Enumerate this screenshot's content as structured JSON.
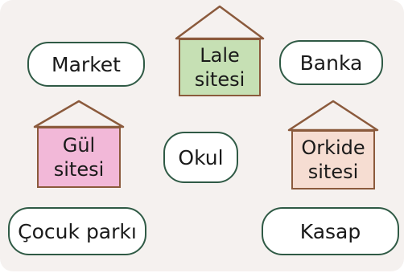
{
  "places": {
    "market": "Market",
    "banka": "Banka",
    "okul": "Okul",
    "cocuk_parki": "Çocuk parkı",
    "kasap": "Kasap"
  },
  "houses": {
    "lale": {
      "line1": "Lale",
      "line2": "sitesi"
    },
    "gul": {
      "line1": "Gül",
      "line2": "sitesi"
    },
    "orkide": {
      "line1": "Orkide",
      "line2": "sitesi"
    }
  },
  "colors": {
    "panel": "#f5f1ef",
    "pill_border": "#2f5a45",
    "house_border": "#8b5a3c",
    "lale_fill": "#c6e0b4",
    "gul_fill": "#f2b8d8",
    "orkide_fill": "#f6ddd2"
  }
}
